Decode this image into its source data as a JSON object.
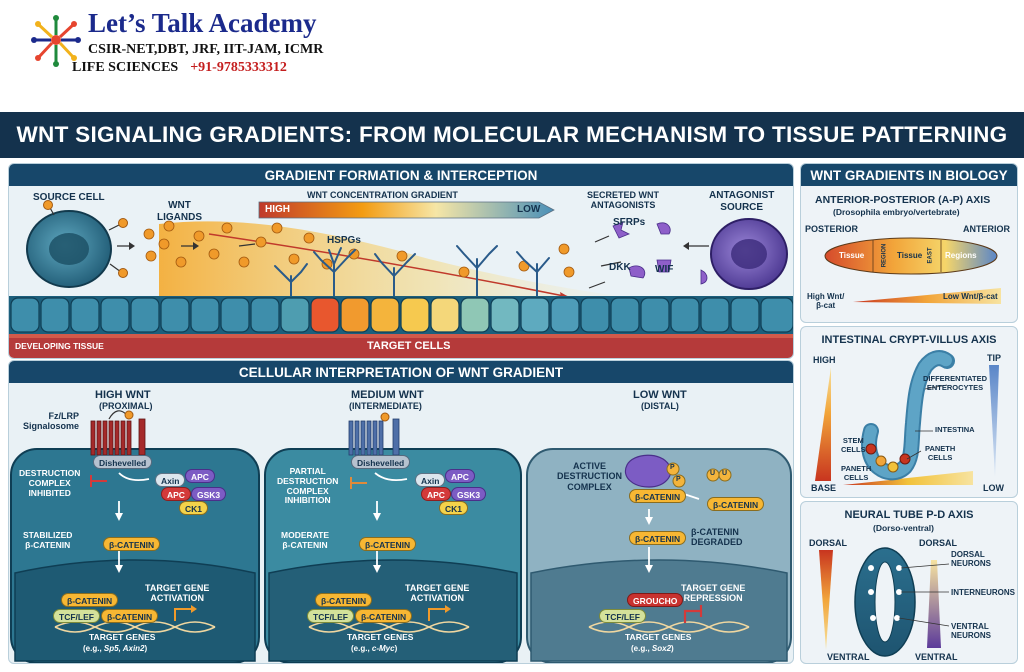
{
  "brand": {
    "title": "Let’s Talk Academy",
    "line1": "CSIR-NET,DBT, JRF, IIT-JAM, ICMR",
    "line2": "LIFE SCIENCES",
    "phone": "+91-9785333312"
  },
  "main_title": "WNT SIGNALING GRADIENTS: FROM MOLECULAR MECHANISM TO TISSUE PATTERNING",
  "formation": {
    "header": "GRADIENT FORMATION & INTERCEPTION",
    "source_cell": "SOURCE CELL",
    "wnt_ligands": "WNT\nLIGANDS",
    "gradient_label": "WNT CONCENTRATION GRADIENT",
    "high": "HIGH",
    "low": "LOW",
    "hspgs": "HSPGs",
    "secreted_antagonists": "SECRETED WNT\nANTAGONISTS",
    "sfrps": "SFRPs",
    "dkk": "DKK",
    "wif": "WIF",
    "antagonist_source": "ANTAGONIST\nSOURCE",
    "developing_tissue": "DEVELOPING TISSUE",
    "target_cells": "TARGET CELLS"
  },
  "interpretation": {
    "header": "CELLULAR INTERPRETATION OF WNT GRADIENT",
    "columns": [
      {
        "title": "HIGH WNT",
        "subtitle": "(PROXIMAL)",
        "receptor_label": "Fz/LRP\nSignalosome",
        "dishevelled": "Dishevelled",
        "complex_label": "DESTRUCTION\nCOMPLEX\nINHIBITED",
        "axin": "Axin",
        "apc1": "APC",
        "apc2": "APC",
        "gsk3": "GSK3",
        "ck1": "CK1",
        "state_label": "STABILIZED\nβ-CATENIN",
        "beta": "β-CATENIN",
        "nuc_beta1": "β-CATENIN",
        "tcf": "TCF/LEF",
        "nuc_beta2": "β-CATENIN",
        "outcome": "TARGET GENE\nACTIVATION",
        "genes_title": "TARGET GENES",
        "genes_prefix": "(e.g., ",
        "genes_italic": "Sp5, Axin2",
        "genes_suffix": ")"
      },
      {
        "title": "MEDIUM WNT",
        "subtitle": "(INTERMEDIATE)",
        "dishevelled": "Dishevelled",
        "complex_label": "PARTIAL\nDESTRUCTION\nCOMPLEX\nINHIBITION",
        "axin": "Axin",
        "apc1": "APC",
        "apc2": "APC",
        "gsk3": "GSK3",
        "ck1": "CK1",
        "state_label": "MODERATE\nβ-CATENIN",
        "beta": "β-CATENIN",
        "nuc_beta1": "β-CATENIN",
        "tcf": "TCF/LEF",
        "nuc_beta2": "β-CATENIN",
        "outcome": "TARGET GENE\nACTIVATION",
        "genes_title": "TARGET GENES",
        "genes_prefix": "(e.g., ",
        "genes_italic": "c-Myc",
        "genes_suffix": ")"
      },
      {
        "title": "LOW WNT",
        "subtitle": "(DISTAL)",
        "complex_label": "ACTIVE\nDESTRUCTION\nCOMPLEX",
        "p1": "P",
        "p2": "P",
        "u1": "U",
        "u2": "U",
        "beta_complex": "β-CATENIN",
        "beta_ub": "β-CATENIN",
        "beta": "β-CATENIN",
        "degraded": "β-CATENIN\nDEGRADED",
        "groucho": "GROUCHO",
        "tcf": "TCF/LEF",
        "outcome": "TARGET GENE\nREPRESSION",
        "genes_title": "TARGET GENES",
        "genes_prefix": "(e.g., ",
        "genes_italic": "Sox2",
        "genes_suffix": ")"
      }
    ]
  },
  "biology": {
    "header": "WNT GRADIENTS IN BIOLOGY",
    "ap": {
      "title": "ANTERIOR-POSTERIOR (A-P) AXIS",
      "subtitle": "(Drosophila embryo/vertebrate)",
      "posterior": "POSTERIOR",
      "anterior": "ANTERIOR",
      "tissue1": "Tissue",
      "region": "REGION",
      "tissue2": "Tissue",
      "east": "EAST",
      "regions": "Regions",
      "high": "High Wnt/\nβ-cat",
      "low": "Low Wnt/β-cat"
    },
    "crypt": {
      "title": "INTESTINAL CRYPT-VILLUS AXIS",
      "high": "HIGH",
      "tip": "TIP",
      "differentiated": "DIFFERENTIATED\nENTEROCYTES",
      "intestina": "INTESTINA",
      "stem": "STEM\nCELLS",
      "paneth1": "PANETH\nCELLS",
      "paneth2": "PANETH\nCELLS",
      "base": "BASE",
      "low": "LOW"
    },
    "neural": {
      "title": "NEURAL TUBE P-D AXIS",
      "subtitle": "(Dorso-ventral)",
      "dorsal_left": "DORSAL",
      "dorsal_right": "DORSAL",
      "dorsal_neurons": "DORSAL\nNEURONS",
      "interneurons": "INTERNEURONS",
      "ventral_neurons": "VENTRAL\nNEURONS",
      "ventral_left": "VENTRAL",
      "ventral_right": "VENTRAL"
    }
  }
}
